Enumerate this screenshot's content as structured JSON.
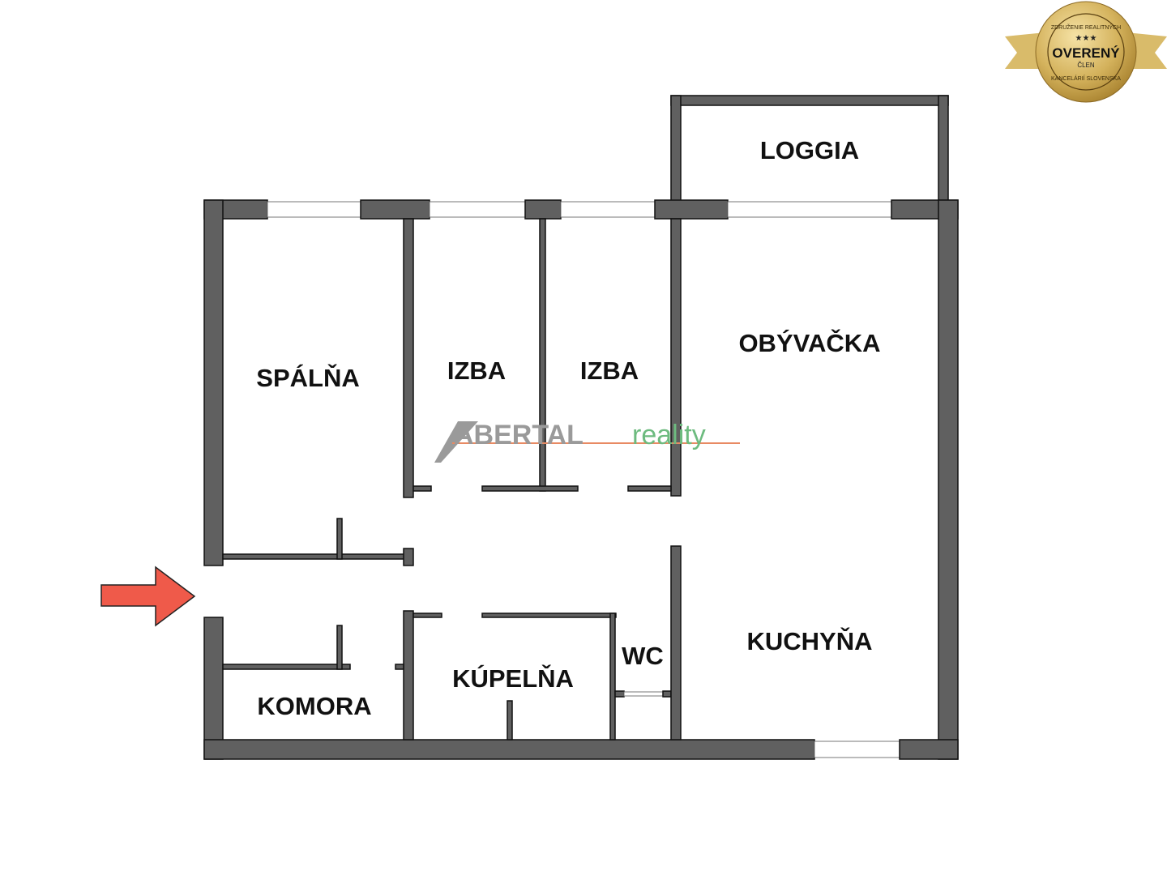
{
  "rooms": {
    "loggia": "LOGGIA",
    "spalna": "SPÁLŇA",
    "izba1": "IZBA",
    "izba2": "IZBA",
    "obyvacka": "OBÝVAČKA",
    "kuchyna": "KUCHYŇA",
    "wc": "WC",
    "kupelna": "KÚPELŇA",
    "komora": "KOMORA"
  },
  "watermark": {
    "brand": "ABERTAL",
    "suffix": "reality",
    "brand_color": "#9a9a9a",
    "suffix_color": "#6dbb7f",
    "underline_color": "#e88a63"
  },
  "badge": {
    "title": "OVERENÝ",
    "subtitle": "ČLEN",
    "arc_top": "ZDRUŽENIE REALITNÝCH",
    "arc_bottom": "KANCELÁRIÍ SLOVENSKA",
    "color": "#d4b25c"
  },
  "entrance_arrow": {
    "icon": "arrow-right-icon",
    "color": "#ef5a4a"
  },
  "colors": {
    "wall": "#606060"
  }
}
